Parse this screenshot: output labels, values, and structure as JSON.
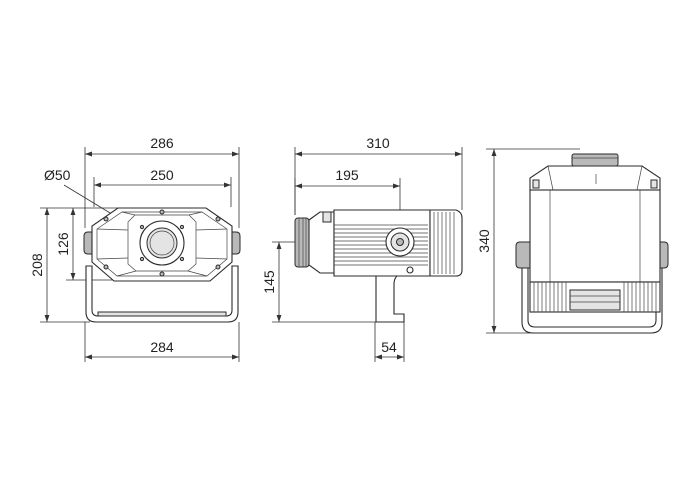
{
  "drawing": {
    "front_view": {
      "dim_overall_width": "286",
      "dim_inner_width": "250",
      "dim_lens_diameter": "Ø50",
      "dim_inner_height": "126",
      "dim_overall_height": "208",
      "dim_bracket_width": "284"
    },
    "side_view": {
      "dim_overall_length": "310",
      "dim_pivot_distance": "195",
      "dim_pivot_height": "145",
      "dim_bracket_width": "54"
    },
    "rear_view": {
      "dim_overall_height": "340"
    }
  }
}
